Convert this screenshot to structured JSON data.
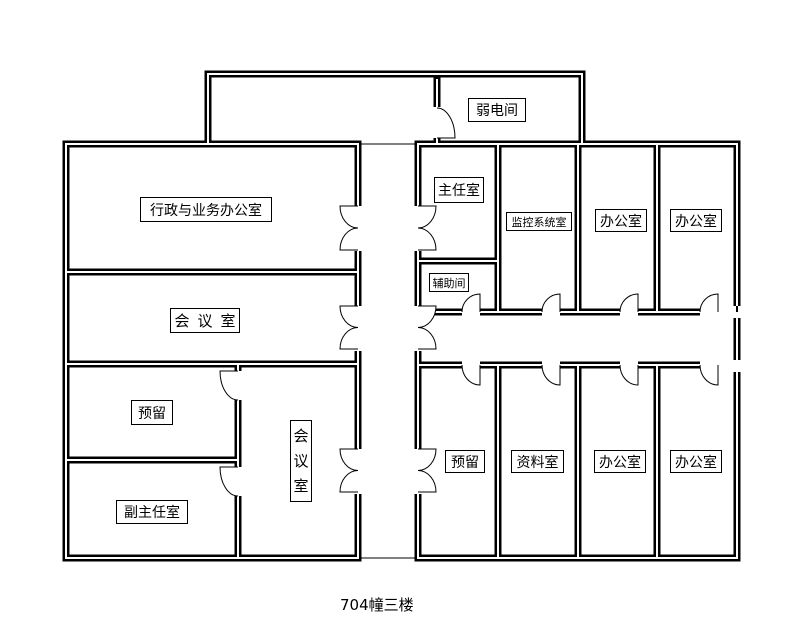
{
  "rooms": {
    "weak_current": "弱电间",
    "admin_office": "行政与业务办公室",
    "meeting_1": "会议室",
    "reserved_left": "预留",
    "deputy_director": "副主任室",
    "meeting_2": "会议室",
    "director": "主任室",
    "auxiliary": "辅助间",
    "monitoring": "监控系统室",
    "office_top_1": "办公室",
    "office_top_2": "办公室",
    "reserved_right": "预留",
    "archives": "资料室",
    "office_bottom_1": "办公室",
    "office_bottom_2": "办公室"
  },
  "caption": "704幢三楼"
}
